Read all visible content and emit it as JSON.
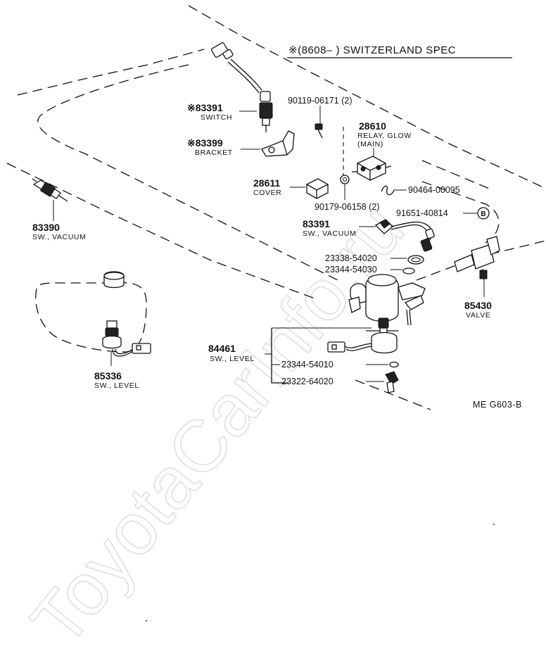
{
  "watermark": "ToyotaCarInfo.ru",
  "spec_note": "※(8608–      ) SWITZERLAND SPEC",
  "diagram_code": "ME  G603-B",
  "marker_b": "B",
  "parts": {
    "switch_83391": {
      "number": "※83391",
      "name": "SWITCH"
    },
    "bracket_83399": {
      "number": "※83399",
      "name": "BRACKET"
    },
    "vacuum_sw_83390": {
      "number": "83390",
      "name": "SW., VACUUM"
    },
    "bolt_90119": {
      "number": "90119-06171 (2)"
    },
    "relay_28610": {
      "number": "28610",
      "name": "RELAY, GLOW",
      "name2": "(MAIN)"
    },
    "cover_28611": {
      "number": "28611",
      "name": "COVER"
    },
    "clip_90464": {
      "number": "90464-00095"
    },
    "nut_90179": {
      "number": "90179-06158 (2)"
    },
    "pipe_91651": {
      "number": "91651-40814"
    },
    "vacuum_sw_83391": {
      "number": "83391",
      "name": "SW., VACUUM"
    },
    "gasket_23338": {
      "number": "23338-54020"
    },
    "oring_23344_a": {
      "number": "23344-54030"
    },
    "valve_85430": {
      "number": "85430",
      "name": "VALVE"
    },
    "level_sw_84461": {
      "number": "84461",
      "name": "SW., LEVEL"
    },
    "oring_23344_b": {
      "number": "23344-54010"
    },
    "plug_23322": {
      "number": "23322-64020"
    },
    "level_sw_85336": {
      "number": "85336",
      "name": "SW., LEVEL"
    }
  }
}
